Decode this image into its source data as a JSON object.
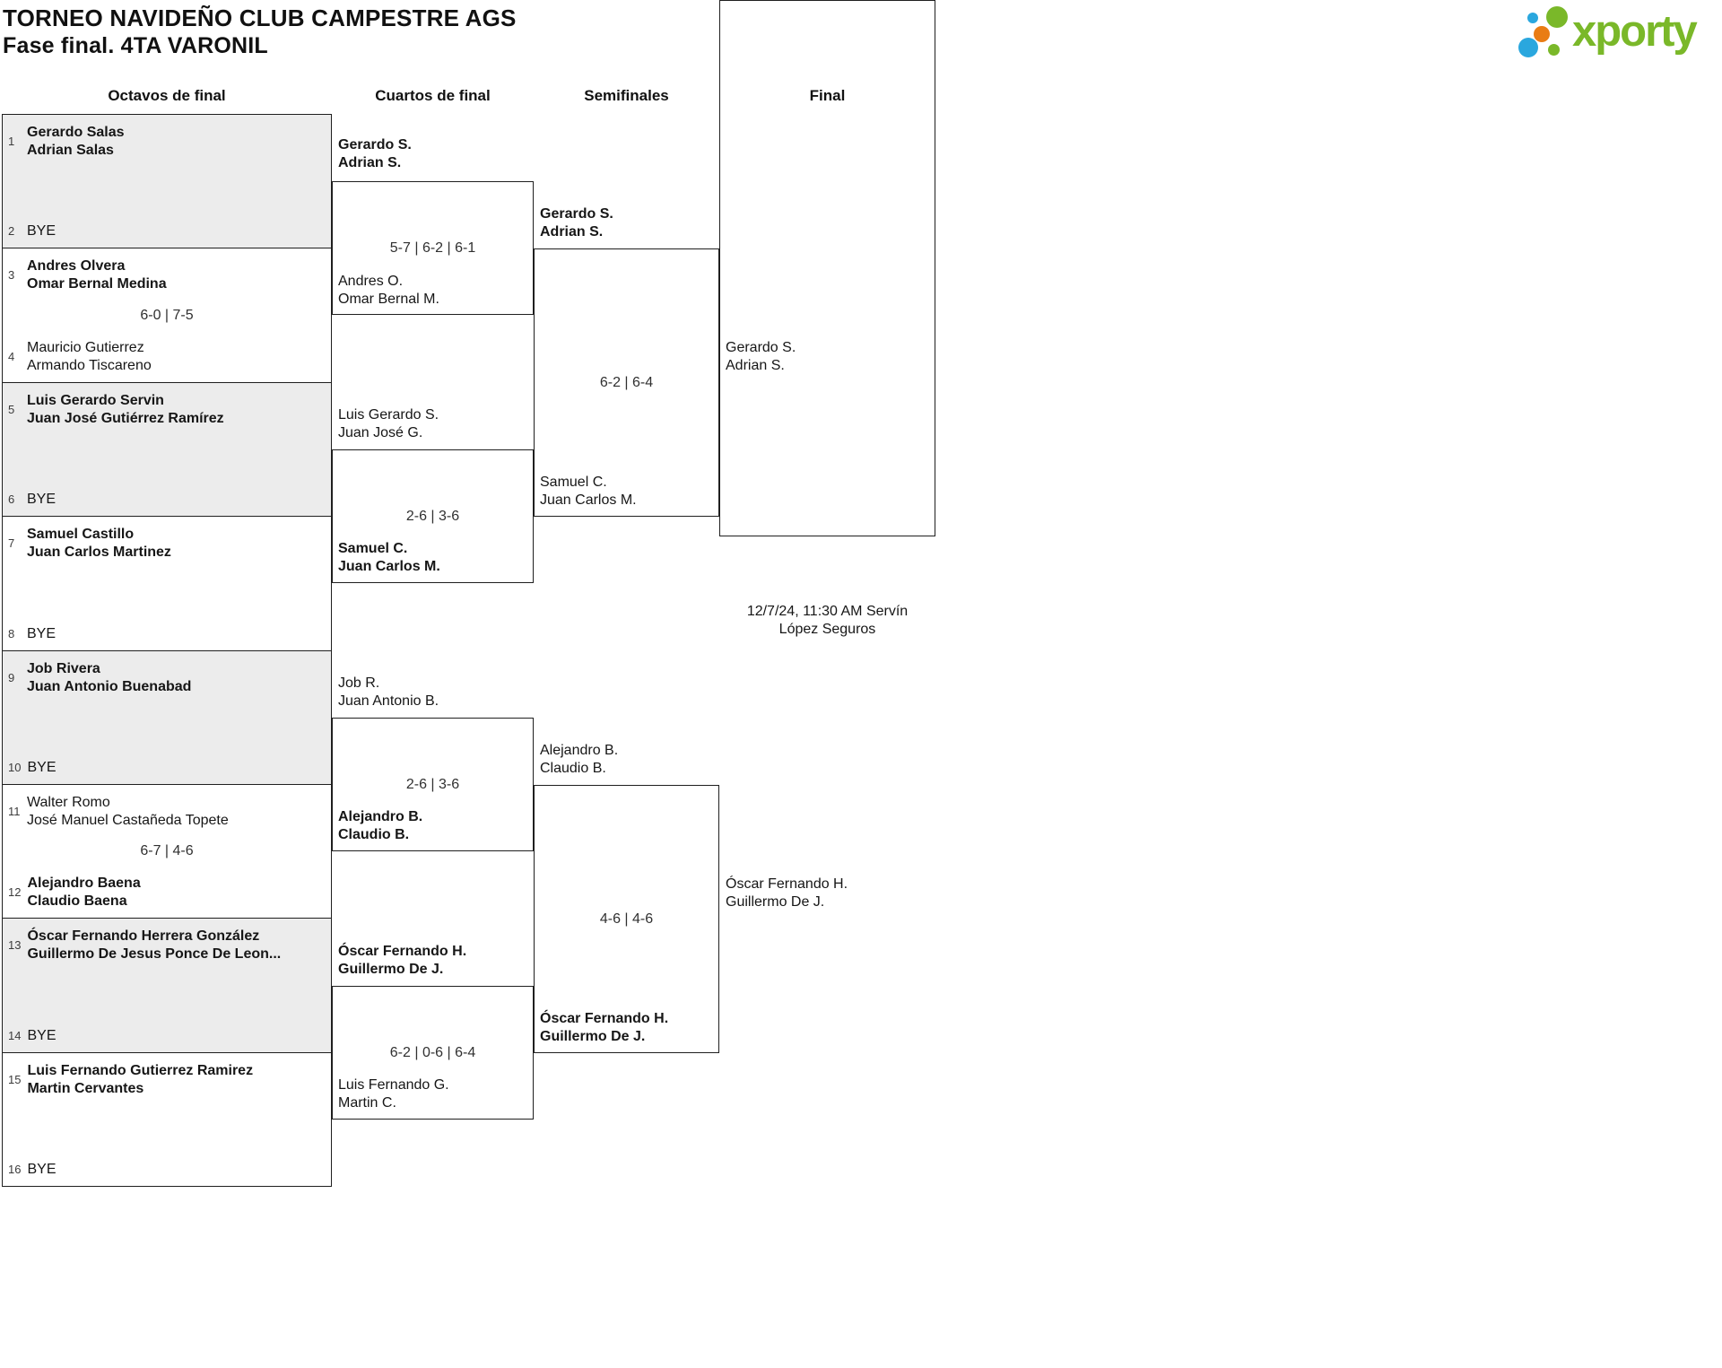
{
  "header": {
    "title": "TORNEO NAVIDEÑO CLUB CAMPESTRE AGS",
    "subtitle": "Fase final. 4TA VARONIL",
    "logo_text": "xporty"
  },
  "colors": {
    "logo_green": "#7ab829",
    "logo_blue": "#2aa7de",
    "logo_orange": "#e97c14",
    "row_shade": "#ececec",
    "line": "#1f1f1f"
  },
  "rounds": {
    "r16_label": "Octavos de final",
    "qf_label": "Cuartos de final",
    "sf_label": "Semifinales",
    "f_label": "Final"
  },
  "r16": [
    {
      "score": "",
      "top": {
        "seed": "1",
        "n1": "Gerardo Salas",
        "n2": "Adrian Salas",
        "winner": true
      },
      "bottom": {
        "seed": "2",
        "n1": "BYE",
        "n2": "",
        "winner": false
      }
    },
    {
      "score": "6-0 | 7-5",
      "top": {
        "seed": "3",
        "n1": "Andres Olvera",
        "n2": "Omar Bernal Medina",
        "winner": true
      },
      "bottom": {
        "seed": "4",
        "n1": "Mauricio Gutierrez",
        "n2": "Armando Tiscareno",
        "winner": false
      }
    },
    {
      "score": "",
      "top": {
        "seed": "5",
        "n1": "Luis Gerardo Servin",
        "n2": "Juan José Gutiérrez Ramírez",
        "winner": true
      },
      "bottom": {
        "seed": "6",
        "n1": "BYE",
        "n2": "",
        "winner": false
      }
    },
    {
      "score": "",
      "top": {
        "seed": "7",
        "n1": "Samuel Castillo",
        "n2": "Juan Carlos Martinez",
        "winner": true
      },
      "bottom": {
        "seed": "8",
        "n1": "BYE",
        "n2": "",
        "winner": false
      }
    },
    {
      "score": "",
      "top": {
        "seed": "9",
        "n1": "Job Rivera",
        "n2": "Juan Antonio Buenabad",
        "winner": true
      },
      "bottom": {
        "seed": "10",
        "n1": "BYE",
        "n2": "",
        "winner": false
      }
    },
    {
      "score": "6-7 | 4-6",
      "top": {
        "seed": "11",
        "n1": "Walter Romo",
        "n2": "José Manuel Castañeda Topete",
        "winner": false
      },
      "bottom": {
        "seed": "12",
        "n1": "Alejandro Baena",
        "n2": "Claudio Baena",
        "winner": true
      }
    },
    {
      "score": "",
      "top": {
        "seed": "13",
        "n1": "Óscar Fernando Herrera González",
        "n2": "Guillermo De Jesus Ponce De Leon...",
        "winner": true
      },
      "bottom": {
        "seed": "14",
        "n1": "BYE",
        "n2": "",
        "winner": false
      }
    },
    {
      "score": "",
      "top": {
        "seed": "15",
        "n1": "Luis Fernando Gutierrez Ramirez",
        "n2": "Martin Cervantes",
        "winner": true
      },
      "bottom": {
        "seed": "16",
        "n1": "BYE",
        "n2": "",
        "winner": false
      }
    }
  ],
  "qf": [
    {
      "score": "5-7 | 6-2 | 6-1",
      "top": {
        "n1": "Gerardo S.",
        "n2": "Adrian S.",
        "winner": true
      },
      "bottom": {
        "n1": "Andres O.",
        "n2": "Omar Bernal M.",
        "winner": false
      }
    },
    {
      "score": "2-6 | 3-6",
      "top": {
        "n1": "Luis Gerardo S.",
        "n2": "Juan José G.",
        "winner": false
      },
      "bottom": {
        "n1": "Samuel C.",
        "n2": "Juan Carlos M.",
        "winner": true
      }
    },
    {
      "score": "2-6 | 3-6",
      "top": {
        "n1": "Job R.",
        "n2": "Juan Antonio B.",
        "winner": false
      },
      "bottom": {
        "n1": "Alejandro B.",
        "n2": "Claudio B.",
        "winner": true
      }
    },
    {
      "score": "6-2 | 0-6 | 6-4",
      "top": {
        "n1": "Óscar Fernando H.",
        "n2": "Guillermo De J.",
        "winner": true
      },
      "bottom": {
        "n1": "Luis Fernando G.",
        "n2": "Martin C.",
        "winner": false
      }
    }
  ],
  "sf": [
    {
      "score": "6-2 | 6-4",
      "top": {
        "n1": "Gerardo S.",
        "n2": "Adrian S.",
        "winner": true
      },
      "bottom": {
        "n1": "Samuel C.",
        "n2": "Juan Carlos M.",
        "winner": false
      }
    },
    {
      "score": "4-6 | 4-6",
      "top": {
        "n1": "Alejandro B.",
        "n2": "Claudio B.",
        "winner": false
      },
      "bottom": {
        "n1": "Óscar Fernando H.",
        "n2": "Guillermo De J.",
        "winner": true
      }
    }
  ],
  "final": {
    "top": {
      "n1": "Gerardo S.",
      "n2": "Adrian S."
    },
    "bottom": {
      "n1": "Óscar Fernando H.",
      "n2": "Guillermo De J."
    },
    "note1": "12/7/24, 11:30 AM Servín",
    "note2": "López Seguros"
  }
}
